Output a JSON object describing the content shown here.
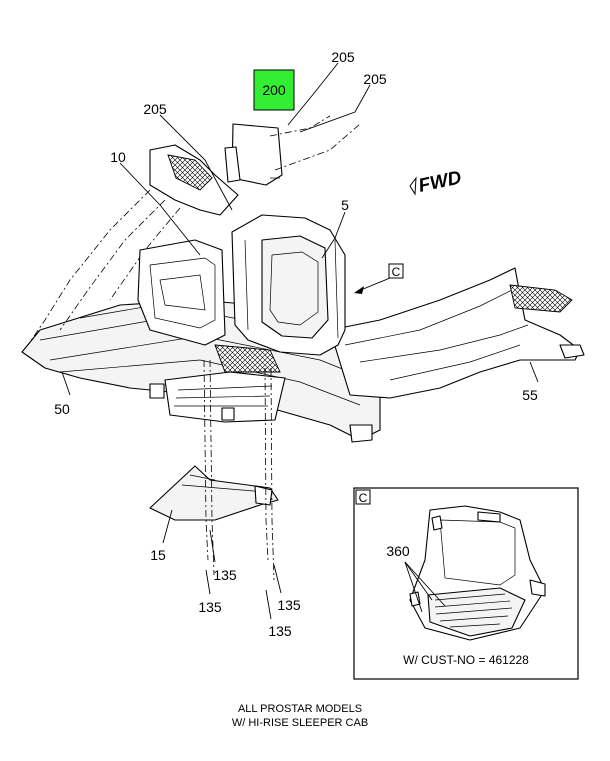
{
  "callouts": {
    "c200": "200",
    "c205_top": "205",
    "c205_right": "205",
    "c205_left": "205",
    "c10": "10",
    "c5": "5",
    "c50": "50",
    "c55": "55",
    "c15": "15",
    "c135_a": "135",
    "c135_b": "135",
    "c135_c": "135",
    "c135_d": "135",
    "c360": "360"
  },
  "view_marker": "C",
  "fwd_label": "FWD",
  "inset": {
    "tag": "C",
    "note": "W/ CUST-NO = 461228"
  },
  "caption": {
    "line1": "ALL PROSTAR MODELS",
    "line2": "W/ HI-RISE SLEEPER CAB"
  },
  "colors": {
    "highlight": "#33ee33",
    "line": "#000000"
  }
}
